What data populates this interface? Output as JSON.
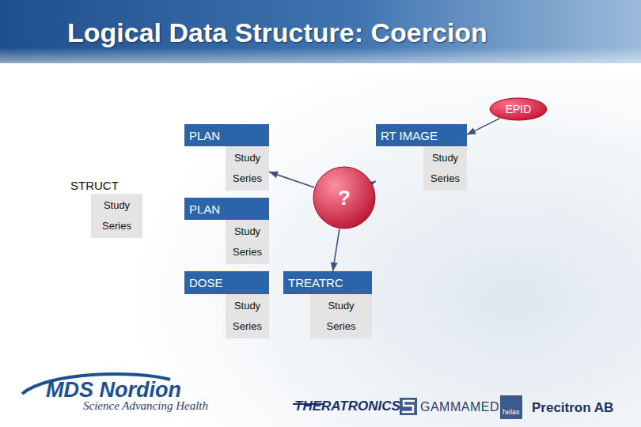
{
  "diagram": {
    "title": "Logical Data Structure: Coercion",
    "nodes": [
      {
        "text": [
          "EPID"
        ]
      },
      {
        "text": [
          "PLAN",
          "Study",
          "Series"
        ]
      },
      {
        "text": [
          "RT IMAGE",
          "Study",
          "Series"
        ]
      },
      {
        "text": [
          "STRUCT",
          "Study",
          "Series"
        ]
      },
      {
        "text": [
          "PLAN",
          "Study",
          "Series"
        ]
      },
      {
        "text": [
          "?"
        ]
      },
      {
        "text": [
          "DOSE",
          "Study",
          "Series"
        ]
      },
      {
        "text": [
          "TREATRC",
          "Study",
          "Series"
        ]
      }
    ],
    "edges": [
      {
        "from": 5,
        "to": 1,
        "arrow": "to"
      },
      {
        "from": 5,
        "to": 2,
        "arrow": "to"
      },
      {
        "from": 5,
        "to": 7,
        "arrow": "to"
      },
      {
        "from": 0,
        "to": 2,
        "arrow": "to"
      }
    ],
    "labels": [
      "MDS Nordion",
      "Science Advancing Health",
      "THERATRONICS",
      "GAMMAMED",
      "helax",
      "Precitron AB"
    ]
  }
}
